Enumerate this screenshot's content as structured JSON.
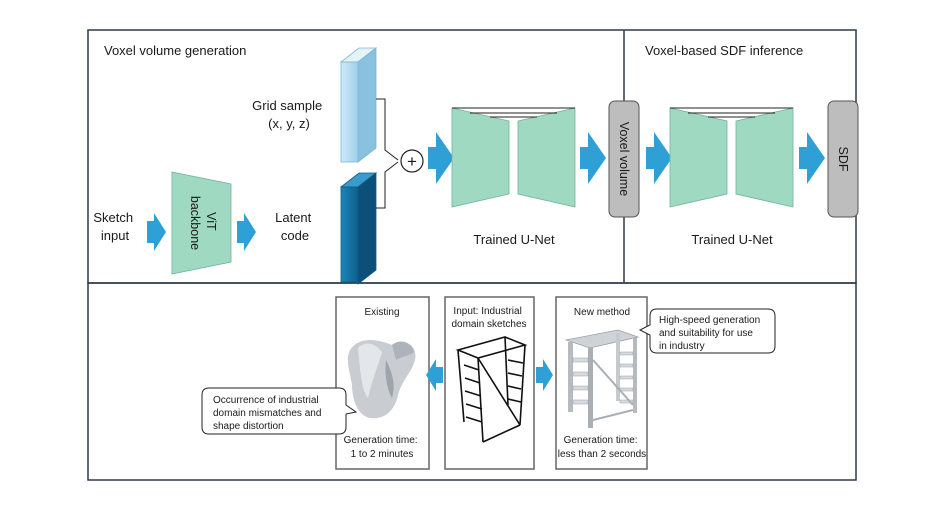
{
  "top": {
    "section_left_title": "Voxel volume generation",
    "section_right_title": "Voxel-based SDF inference",
    "sketch_input": [
      "Sketch",
      "input"
    ],
    "vit_backbone": [
      "ViT",
      "backbone"
    ],
    "latent_code": [
      "Latent",
      "code"
    ],
    "grid_sample": [
      "Grid sample",
      "(x, y, z)"
    ],
    "plus_symbol": "+",
    "trained_unet_1": "Trained U-Net",
    "voxel_volume": "Voxel volume",
    "trained_unet_2": "Trained U-Net",
    "sdf": "SDF"
  },
  "bottom": {
    "existing": {
      "title": "Existing",
      "time": [
        "Generation time:",
        "1 to 2 minutes"
      ]
    },
    "input": {
      "title": [
        "Input: Industrial",
        "domain sketches"
      ]
    },
    "new_method": {
      "title": "New method",
      "time": [
        "Generation time:",
        "less than 2 seconds"
      ]
    },
    "callout_left": [
      "Occurrence of industrial",
      "domain mismatches and",
      "shape distortion"
    ],
    "callout_right": [
      "High-speed generation",
      "and suitability for use",
      "in industry"
    ]
  },
  "colors": {
    "arrow": "#2fa0d6",
    "unet_fill": "#9fd9c2",
    "grid_light": "#bfe3f3",
    "latent_dark": "#1676a6",
    "voxel_box": "#bdbdbd",
    "frame": "#2b3a4a"
  }
}
